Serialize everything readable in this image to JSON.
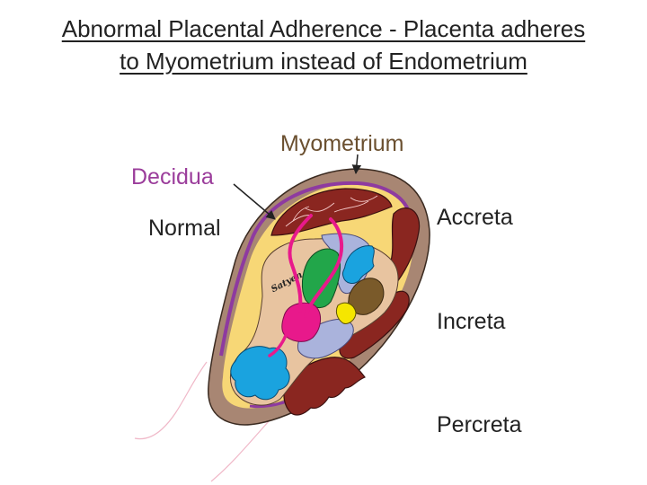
{
  "title": {
    "line1": "Abnormal Placental Adherence - Placenta adheres",
    "line2": "to Myometrium instead of Endometrium"
  },
  "labels": {
    "myometrium": "Myometrium",
    "decidua": "Decidua",
    "normal": "Normal",
    "accreta": "Accreta",
    "increta": "Increta",
    "percreta": "Percreta"
  },
  "signature": "Satyen",
  "colors": {
    "myometrium_text": "#6b5030",
    "decidua_text": "#9b3d9b",
    "label_text": "#222222",
    "uterine_wall": "#a88673",
    "decidua_layer": "#f7d776",
    "decidua_line": "#8e3aa0",
    "placenta": "#8a2620",
    "umbilical_cord": "#e8198b",
    "fetal_skin": "#e8c4a0",
    "blue_organs": "#1aa3df",
    "green_organ": "#22a64a",
    "lavender": "#aab3dc",
    "brown_organ": "#7a5a2a",
    "yellow_organ": "#f5e600"
  }
}
